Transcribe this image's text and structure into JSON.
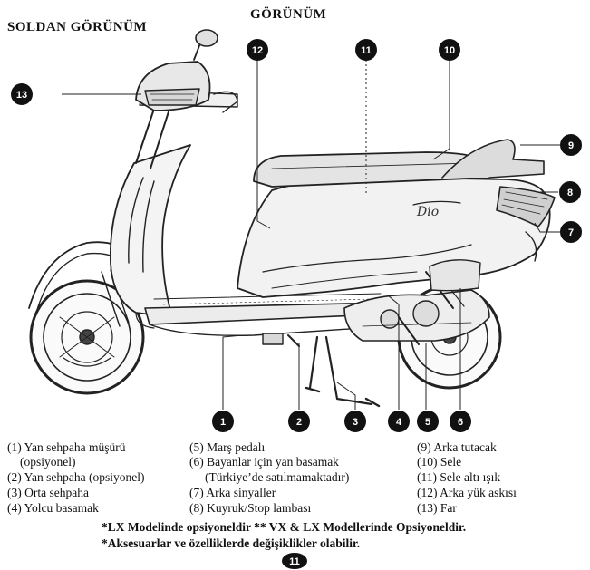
{
  "header": {
    "left_title": "SOLDAN GÖRÜNÜM",
    "center_title": "GÖRÜNÜM"
  },
  "callouts": [
    "1",
    "2",
    "3",
    "4",
    "5",
    "6",
    "7",
    "8",
    "9",
    "10",
    "11",
    "12",
    "13"
  ],
  "legend": [
    "(1) Yan sehpaha müşürü",
    "(opsiyonel)",
    "(2) Yan sehpaha (opsiyonel)",
    "(3) Orta sehpaha",
    "(4) Yolcu basamak",
    "(5) Marş pedalı",
    "(6) Bayanlar için yan basamak",
    "(Türkiye’de satılmamaktadır)",
    "(7) Arka sinyaller",
    "(8) Kuyruk/Stop lambası",
    "(9)  Arka tutacak",
    "(10)  Sele",
    "(11)  Sele altı ışık",
    "(12)  Arka yük askısı",
    "(13)  Far"
  ],
  "notes": [
    "*LX Modelinde opsiyoneldir ** VX & LX Modellerinde Opsiyoneldir.",
    "*Aksesuarlar ve özelliklerde değişiklikler olabilir."
  ],
  "page_number": "11",
  "logo_text": "Dio"
}
